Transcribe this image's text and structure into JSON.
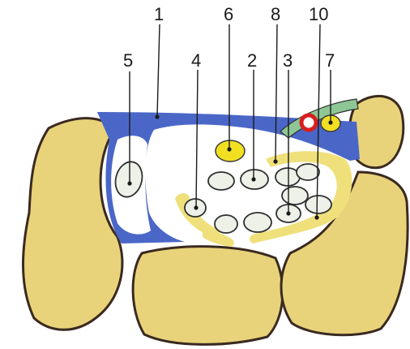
{
  "labels": {
    "l1": "1",
    "l2": "2",
    "l3": "3",
    "l4": "4",
    "l5": "5",
    "l6": "6",
    "l7": "7",
    "l8": "8",
    "l10": "10"
  },
  "colors": {
    "bone": "#e9d37a",
    "bone_outline": "#3a2a20",
    "ligament": "#4a67c8",
    "sheath": "#efe07c",
    "tendon": "#eef1e8",
    "nerve": "#f1df22",
    "artery": "#d81f1f",
    "fascia": "#8ec795"
  }
}
